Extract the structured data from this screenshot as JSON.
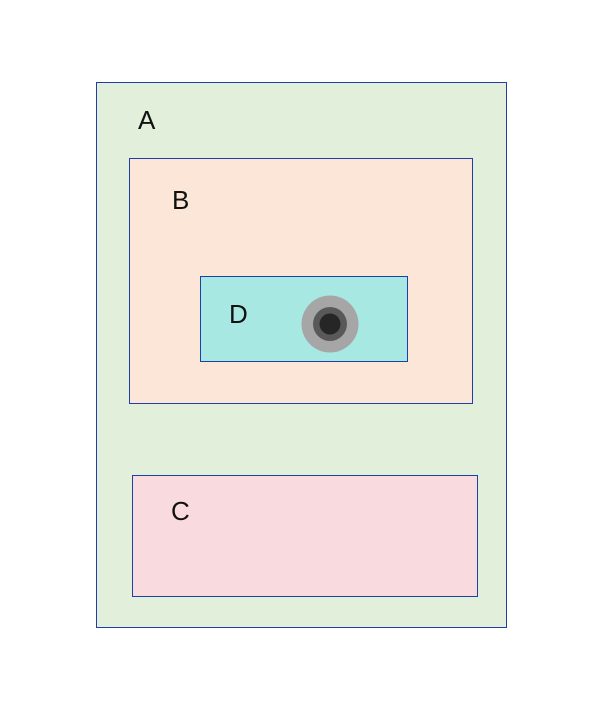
{
  "boxes": {
    "A": {
      "label": "A",
      "color": "#e2efdb"
    },
    "B": {
      "label": "B",
      "color": "#fbe6d8"
    },
    "C": {
      "label": "C",
      "color": "#f8dadf"
    },
    "D": {
      "label": "D",
      "color": "#a8e8e2"
    }
  },
  "target_icon": {
    "colors": [
      "#a6a6a6",
      "#595959",
      "#262626"
    ]
  }
}
